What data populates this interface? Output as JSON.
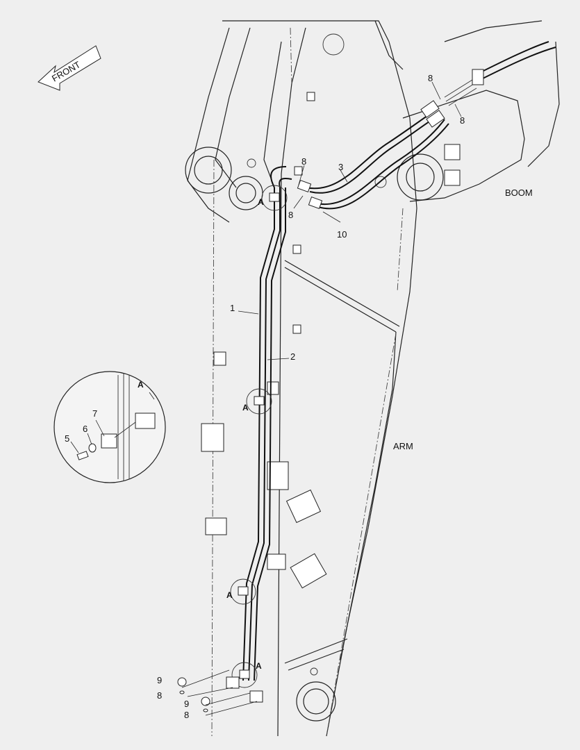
{
  "orientation": {
    "label": "FRONT"
  },
  "areas": {
    "boom": "BOOM",
    "arm": "ARM"
  },
  "detail": {
    "callout": "A"
  },
  "parts": {
    "p1": "1",
    "p2": "2",
    "p3": "3",
    "p5": "5",
    "p6": "6",
    "p7": "7",
    "p8": "8",
    "p9": "9",
    "p10": "10"
  },
  "clamp_callouts": [
    "A",
    "A",
    "A",
    "A"
  ]
}
